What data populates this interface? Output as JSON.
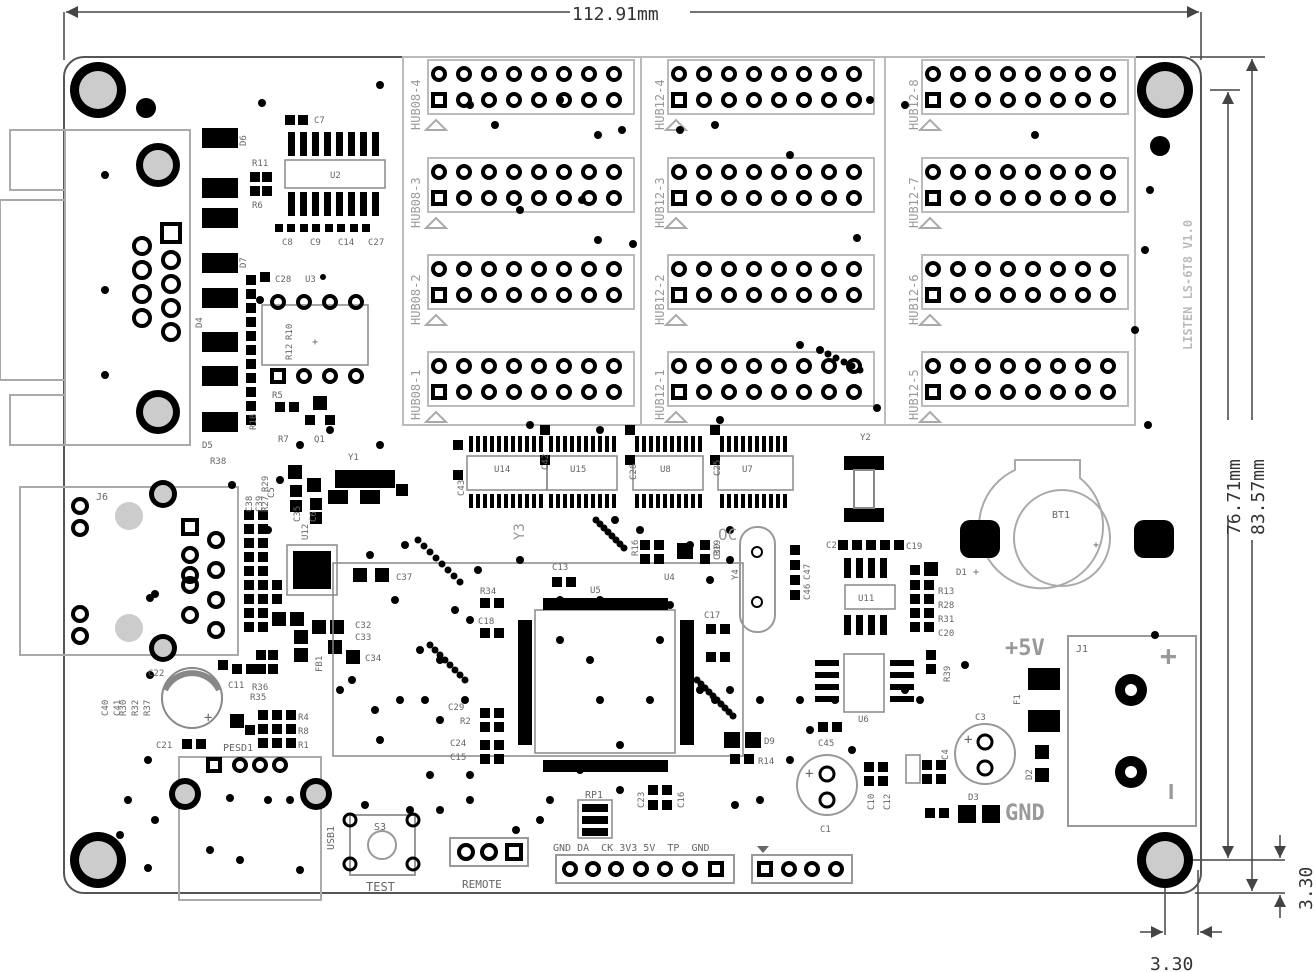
{
  "dimensions": {
    "width": "112.91mm",
    "height_inner": "76.71mm",
    "height_outer": "83.57mm",
    "offset_right": "3.30",
    "offset_bottom": "3.30"
  },
  "hubs": {
    "hub08": [
      "HUB08-4",
      "HUB08-3",
      "HUB08-2",
      "HUB08-1"
    ],
    "hub12a": [
      "HUB12-4",
      "HUB12-3",
      "HUB12-2",
      "HUB12-1"
    ],
    "hub12b": [
      "HUB12-8",
      "HUB12-7",
      "HUB12-6",
      "HUB12-5"
    ]
  },
  "board_label": "LISTEN LS-6T8 V1.0",
  "ics": [
    "U2",
    "U3",
    "U14",
    "U15",
    "U8",
    "U7",
    "U5",
    "U4",
    "U11",
    "U6",
    "U12"
  ],
  "crystals": [
    "Y1",
    "Y2",
    "Y4"
  ],
  "battery": "BT1",
  "connectors": {
    "power": "J1",
    "rj45": "J6",
    "usb": "USB1",
    "plus5v": "+5V",
    "gnd": "GND",
    "plus_sign": "+",
    "minus_sign": "−"
  },
  "buttons": {
    "test_ref": "S3",
    "test_label": "TEST",
    "remote_label": "REMOTE"
  },
  "rp1": "RP1",
  "pesd": "PESD1",
  "header_pins": "GND DA  CK 3V3 5V  TP  GND",
  "caps": [
    "C7",
    "C8",
    "C9",
    "C14",
    "C27",
    "C28",
    "C5",
    "C6",
    "C35",
    "C37",
    "C32",
    "C33",
    "C34",
    "C11",
    "C22",
    "C21",
    "C13",
    "C18",
    "C17",
    "C29",
    "C24",
    "C15",
    "C23",
    "C16",
    "C19",
    "C2",
    "C46",
    "C47",
    "C20",
    "C45",
    "C1",
    "C10",
    "C12",
    "C3",
    "C4",
    "C40",
    "C41",
    "C38",
    "C39",
    "C43",
    "C42",
    "C26",
    "C25",
    "C30"
  ],
  "resistors": [
    "R11",
    "R6",
    "R12",
    "R10",
    "R5",
    "R7",
    "R18",
    "R38",
    "R27",
    "R29",
    "R36",
    "R35",
    "R4",
    "R8",
    "R1",
    "R30",
    "R32",
    "R37",
    "R34",
    "R2",
    "R14",
    "R13",
    "R28",
    "R31",
    "R39",
    "R16",
    "R19"
  ],
  "diodes": [
    "D6",
    "D7",
    "D4",
    "D5",
    "D1",
    "D2",
    "D3",
    "D9"
  ],
  "others": [
    "Q1",
    "F1",
    "FB1"
  ],
  "misc": {
    "ic_plus": "+",
    "d1_plus": "+",
    "c22_plus": "+",
    "c1_plus": "+",
    "c3_plus": "+",
    "bt_plus": "+",
    "osc_label": "OC",
    "y3_label": "Y3"
  }
}
